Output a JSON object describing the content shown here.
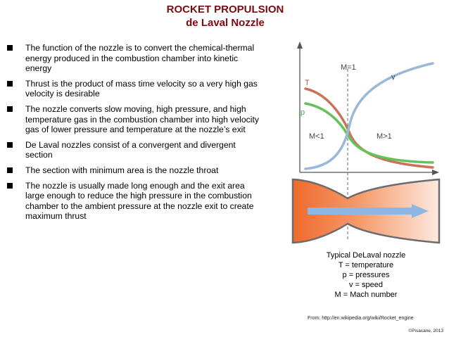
{
  "slide": {
    "title_line1": "ROCKET PROPULSION",
    "title_line2": "de Laval Nozzle",
    "title_color": "#7a0b11"
  },
  "bullets": [
    {
      "text": "The function of the nozzle is to convert the chemical-thermal energy produced in the combustion chamber into kinetic energy"
    },
    {
      "text": "Thrust is the product of mass time velocity so a very high gas velocity is desirable"
    },
    {
      "text": "The nozzle converts slow moving, high pressure, and high temperature gas in the combustion chamber into high velocity gas of lower pressure and temperature at the nozzle’s exit"
    },
    {
      "text": "De Laval nozzles consist of a convergent and divergent section"
    },
    {
      "text": "The section with minimum area is the nozzle throat"
    },
    {
      "text": "The nozzle is usually made long enough and the exit area large enough to reduce the high pressure in the combustion chamber to the ambient pressure at the nozzle exit to create maximum thrust"
    }
  ],
  "figure": {
    "label_m1": "M=1",
    "label_v": "v",
    "label_T": "T",
    "label_p": "p",
    "label_mlt1": "M<1",
    "label_mgt1": "M>1",
    "colors": {
      "temperature": "#c8735a",
      "pressure": "#63c25a",
      "velocity": "#9ab8d8",
      "nozzle": "#f07a3e",
      "arrow": "#8fb7e6"
    }
  },
  "caption": {
    "line1": "Typical DeLaval nozzle",
    "line2": "T =  temperature",
    "line3": "p = pressures",
    "line4": "v = speed",
    "line5": "M = Mach number"
  },
  "source": "From: http://en.wikipedia.org/wiki/Rocket_engine",
  "copyright": "©Pisacane, 2013"
}
